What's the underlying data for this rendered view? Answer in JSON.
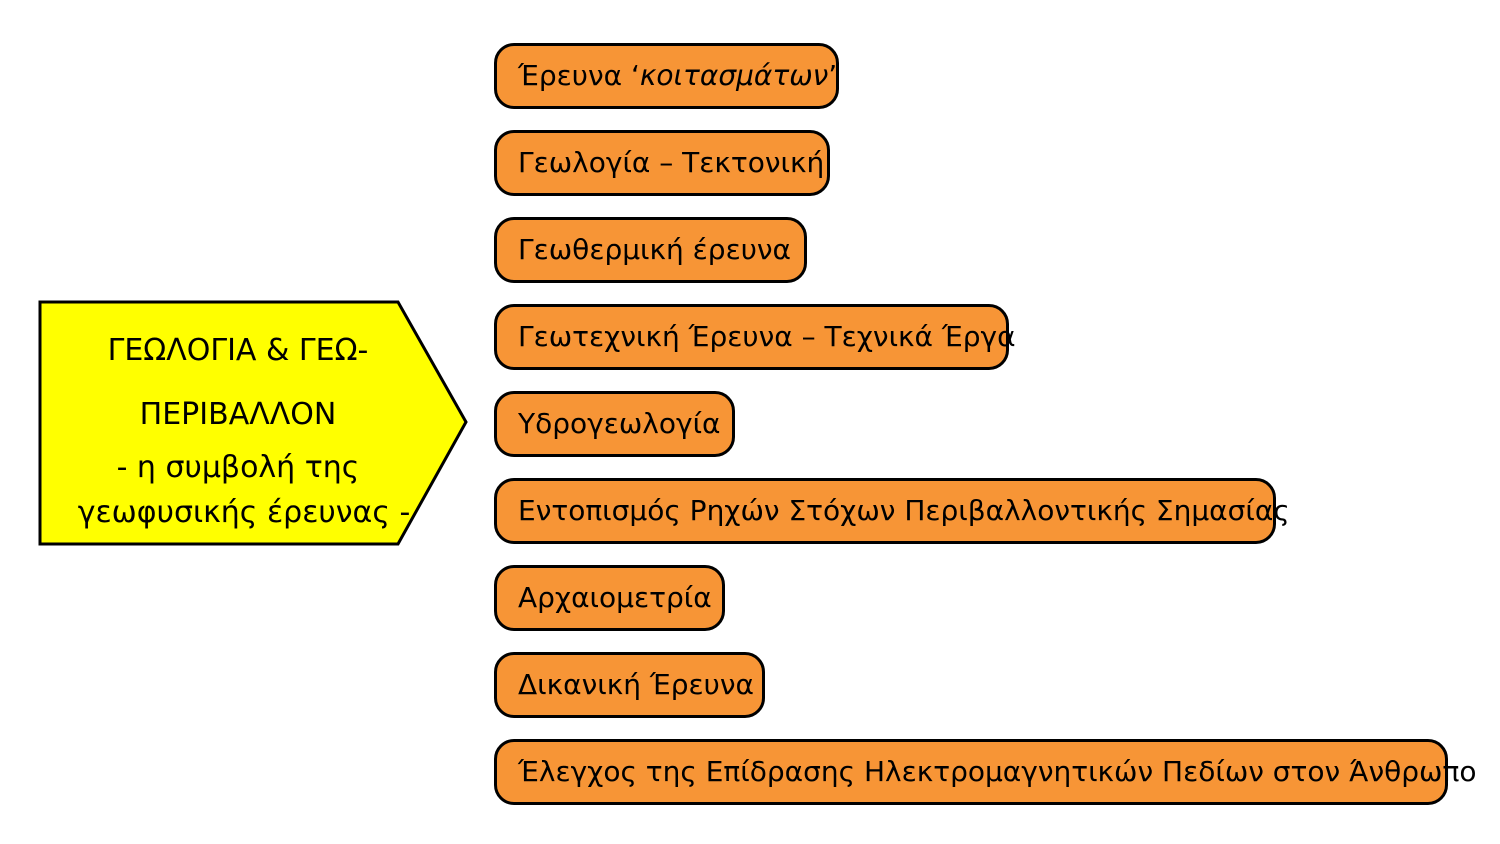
{
  "main_block": {
    "line1": "ΓΕΩΛΟΓΙΑ & ΓΕΩ-",
    "line2": "ΠΕΡΙΒΑΛΛΟΝ",
    "line3": "- η συμβολή της",
    "line4": "γεωφυσικής έρευνας -",
    "fill_color": "#ffff00",
    "border_color": "#000000"
  },
  "boxes_style": {
    "fill_color": "#f79536",
    "border_color": "#000000"
  },
  "items": [
    {
      "prefix": "Έρευνα ‘",
      "italic": "κοιτασμάτων",
      "suffix": "’"
    },
    {
      "label": "Γεωλογία – Τεκτονική"
    },
    {
      "label": "Γεωθερμική έρευνα"
    },
    {
      "label": "Γεωτεχνική Έρευνα – Τεχνικά Έργα"
    },
    {
      "label": "Υδρογεωλογία"
    },
    {
      "label": "Εντοπισμός Ρηχών Στόχων Περιβαλλοντικής Σημασίας"
    },
    {
      "label": "Αρχαιομετρία"
    },
    {
      "label": "Δικανική Έρευνα"
    },
    {
      "label": "Έλεγχος της Επίδρασης Ηλεκτρομαγνητικών Πεδίων στον Άνθρωπο"
    }
  ]
}
